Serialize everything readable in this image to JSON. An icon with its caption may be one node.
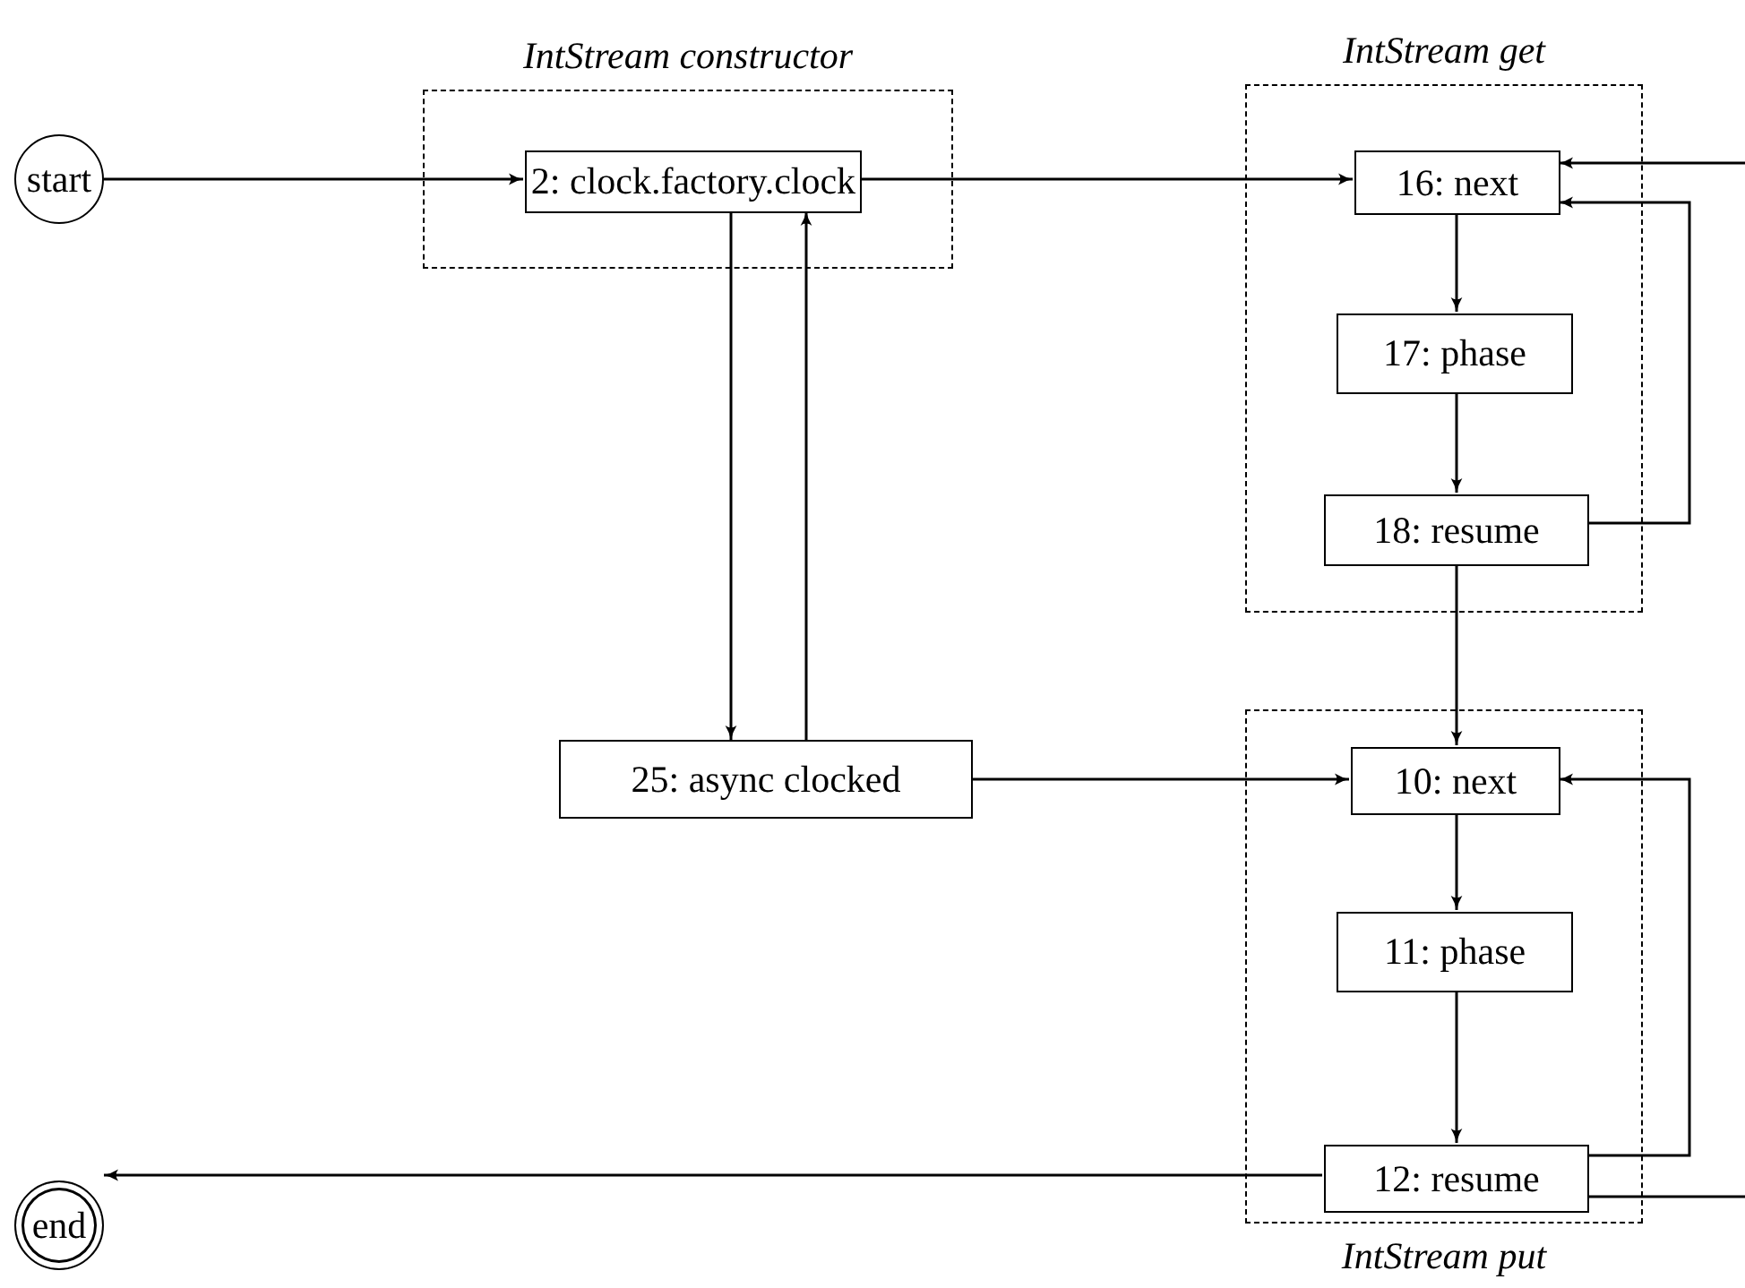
{
  "diagram": {
    "nodes": [
      {
        "text": [
          "start"
        ]
      },
      {
        "text": [
          "IntStream constructor"
        ]
      },
      {
        "text": [
          "2: clock.factory.clock"
        ],
        "in": 1
      },
      {
        "text": [
          "IntStream get"
        ]
      },
      {
        "text": [
          "16: next"
        ],
        "in": 3
      },
      {
        "text": [
          "17: phase"
        ],
        "in": 3
      },
      {
        "text": [
          "18: resume"
        ],
        "in": 3
      },
      {
        "text": [
          "IntStream put"
        ]
      },
      {
        "text": [
          "10: next"
        ],
        "in": 7
      },
      {
        "text": [
          "11: phase"
        ],
        "in": 7
      },
      {
        "text": [
          "12: resume"
        ],
        "in": 7
      },
      {
        "text": [
          "25: async clocked"
        ]
      },
      {
        "text": [
          "end"
        ]
      }
    ],
    "edges": [
      {
        "from": 0,
        "to": 2,
        "arrow": "to"
      },
      {
        "from": 2,
        "to": 4,
        "arrow": "to"
      },
      {
        "from": 2,
        "to": 11,
        "arrow": "to"
      },
      {
        "from": 11,
        "to": 2,
        "arrow": "to"
      },
      {
        "from": 4,
        "to": 5,
        "arrow": "to"
      },
      {
        "from": 5,
        "to": 6,
        "arrow": "to"
      },
      {
        "from": 6,
        "to": 4,
        "arrow": "to"
      },
      {
        "from": null,
        "to": 4,
        "arrow": "to"
      },
      {
        "from": 6,
        "to": 8,
        "arrow": "to"
      },
      {
        "from": 11,
        "to": 8,
        "arrow": "to"
      },
      {
        "from": 8,
        "to": 9,
        "arrow": "to"
      },
      {
        "from": 9,
        "to": 10,
        "arrow": "to"
      },
      {
        "from": 10,
        "to": 8,
        "arrow": "to"
      },
      {
        "from": 10,
        "to": 12,
        "arrow": "to"
      },
      {
        "from": 10,
        "to": null,
        "arrow": "none"
      }
    ]
  }
}
